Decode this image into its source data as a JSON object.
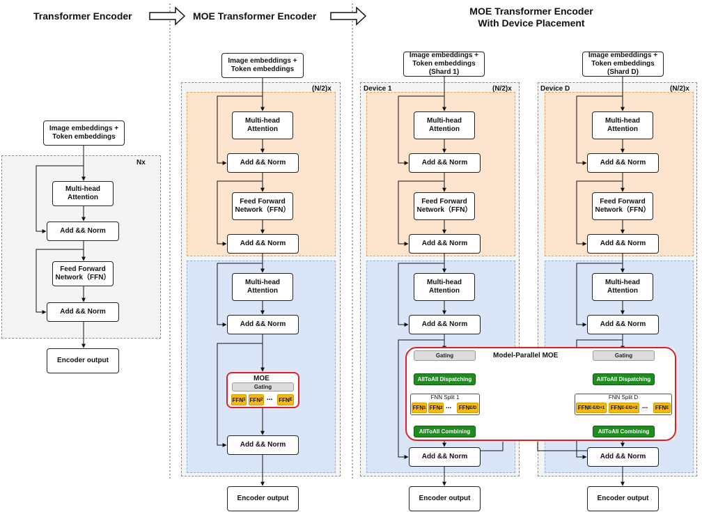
{
  "titles": {
    "col1": "Transformer Encoder",
    "col2": "MOE Transformer Encoder",
    "col3": "MOE Transformer Encoder\nWith Device Placement"
  },
  "labels": {
    "input": "Image embeddings +\nToken embeddings",
    "input_shard1": "Image embeddings +\nToken embeddings\n(Shard 1)",
    "input_shardD": "Image embeddings +\nToken embeddings\n(Shard D)",
    "attention": "Multi-head\nAttention",
    "add_norm": "Add && Norm",
    "ffn": "Feed Forward\nNetwork（FFN）",
    "output": "Encoder output",
    "nx": "Nx",
    "n2x": "(N/2)x",
    "device1": "Device 1",
    "deviceD": "Device D",
    "moe": "MOE",
    "gating": "Gating",
    "model_parallel_moe": "Model-Parallel MOE",
    "dispatching": "AllToAll Dispatching",
    "combining": "AllToAll Combining",
    "split1": "FNN Split 1",
    "splitD": "FNN Split D",
    "dots": "..."
  },
  "ffn_tokens": {
    "ffn_base": "FFN",
    "sub_1": "1",
    "sub_2": "2",
    "sub_E": "E",
    "sub_E_over_D": "E/D",
    "sub_E_minus_ED_plus1": "E-E/D+1",
    "sub_E_minus_ED_plus2": "E-E/D+2"
  },
  "colors": {
    "orange_block": "#fce4cf",
    "blue_block": "#dae6f8",
    "expert": "#f6b913",
    "alltoall": "#1e8c1e",
    "moe_outline": "#e02020",
    "gating": "#dcdcdc"
  }
}
